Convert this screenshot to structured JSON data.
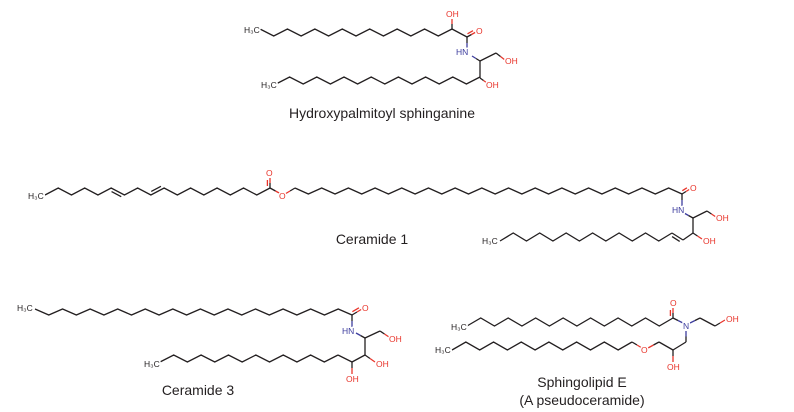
{
  "colors": {
    "bond": "#231f20",
    "oxygen": "#e8352b",
    "nitrogen": "#3d3d9e"
  },
  "atoms": {
    "methyl": "H₃C",
    "hydroxyl": "OH",
    "oxygen": "O",
    "amide_nh": "HN",
    "nitrogen": "N"
  },
  "molecules": [
    {
      "name": "Hydroxypalmitoyl sphinganine"
    },
    {
      "name": "Ceramide 1"
    },
    {
      "name": "Ceramide 3"
    },
    {
      "name": "Sphingolipid E",
      "subtitle": "(A pseudoceramide)"
    }
  ]
}
